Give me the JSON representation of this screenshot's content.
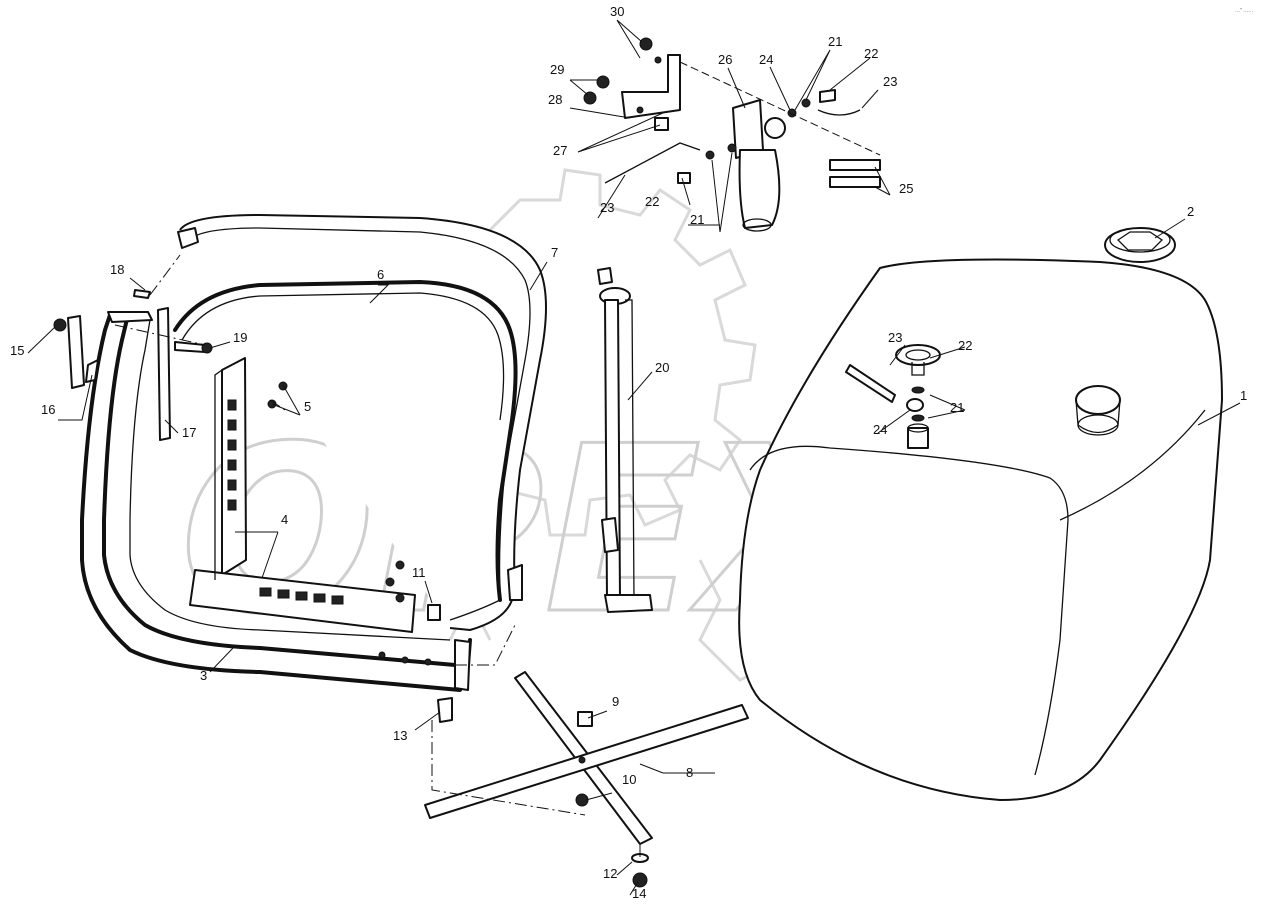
{
  "corner_mark": "…″ ……",
  "watermark_text": "OPEX",
  "labels": {
    "l1": "1",
    "l2": "2",
    "l3": "3",
    "l4": "4",
    "l5": "5",
    "l6": "6",
    "l7": "7",
    "l8": "8",
    "l9": "9",
    "l10": "10",
    "l11": "11",
    "l12": "12",
    "l13": "13",
    "l14": "14",
    "l15": "15",
    "l16": "16",
    "l17": "17",
    "l18": "18",
    "l19": "19",
    "l20": "20",
    "l21a": "21",
    "l21b": "21",
    "l21c": "21",
    "l22a": "22",
    "l22b": "22",
    "l22c": "22",
    "l23a": "23",
    "l23b": "23",
    "l23c": "23",
    "l24a": "24",
    "l24b": "24",
    "l25": "25",
    "l26": "26",
    "l27": "27",
    "l28": "28",
    "l29": "29",
    "l30": "30"
  }
}
